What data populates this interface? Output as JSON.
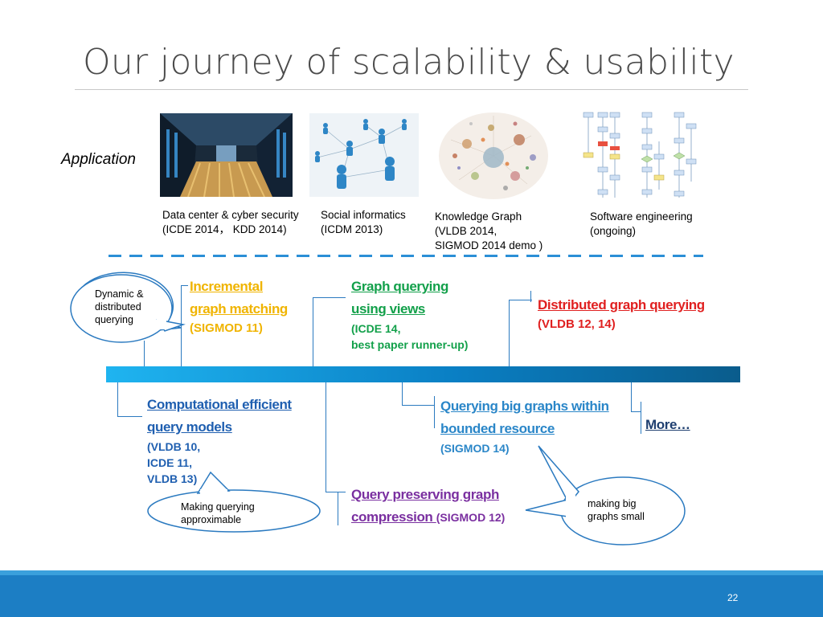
{
  "title": "Our journey of scalability & usability",
  "application_label": "Application",
  "applications": [
    {
      "caption": "Data center & cyber security\n(ICDE 2014， KDD 2014)"
    },
    {
      "caption": "Social informatics\n(ICDM 2013)"
    },
    {
      "caption": "Knowledge Graph\n(VLDB 2014,\nSIGMOD 2014 demo )"
    },
    {
      "caption": "Software engineering\n(ongoing)"
    }
  ],
  "bubbles": {
    "dynamic": "Dynamic &\ndistributed\nquerying",
    "approx": "Making querying\napproximable",
    "small": "making big\ngraphs small"
  },
  "upper": [
    {
      "title": "Incremental\ngraph matching",
      "venue": "(SIGMOD 11)",
      "color": "#f0b400"
    },
    {
      "title": "Graph querying\nusing views",
      "venue": "(ICDE 14,\nbest paper runner-up)",
      "color": "#12a04a"
    },
    {
      "title": "Distributed graph querying",
      "venue": "(VLDB 12, 14)",
      "color": "#e02020"
    }
  ],
  "lower": [
    {
      "title": "Computational efficient\nquery models",
      "venue": "(VLDB 10,\nICDE 11,\nVLDB 13)",
      "color": "#1f5fb0"
    },
    {
      "title": "Query preserving graph\ncompression ",
      "venue": "(SIGMOD 12)",
      "color": "#7a2fa0"
    },
    {
      "title": "Querying big graphs within\nbounded resource",
      "venue": "(SIGMOD 14)",
      "color": "#2a86c8"
    },
    {
      "title": "More…",
      "color": "#1f3f70"
    }
  ],
  "page_number": "22"
}
